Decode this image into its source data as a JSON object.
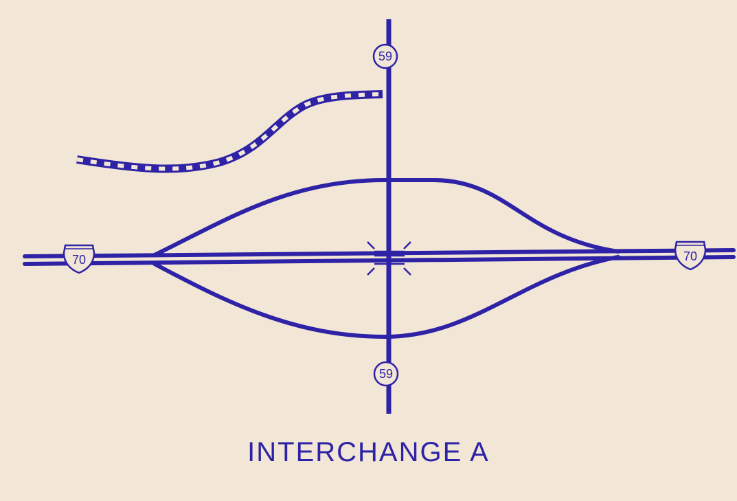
{
  "map": {
    "caption": "INTERCHANGE A",
    "shields": {
      "us_north": "59",
      "us_south": "59",
      "interstate_west": "70",
      "interstate_east": "70"
    },
    "colors": {
      "background": "#f2e6d6",
      "ink": "#2e22a6"
    }
  }
}
